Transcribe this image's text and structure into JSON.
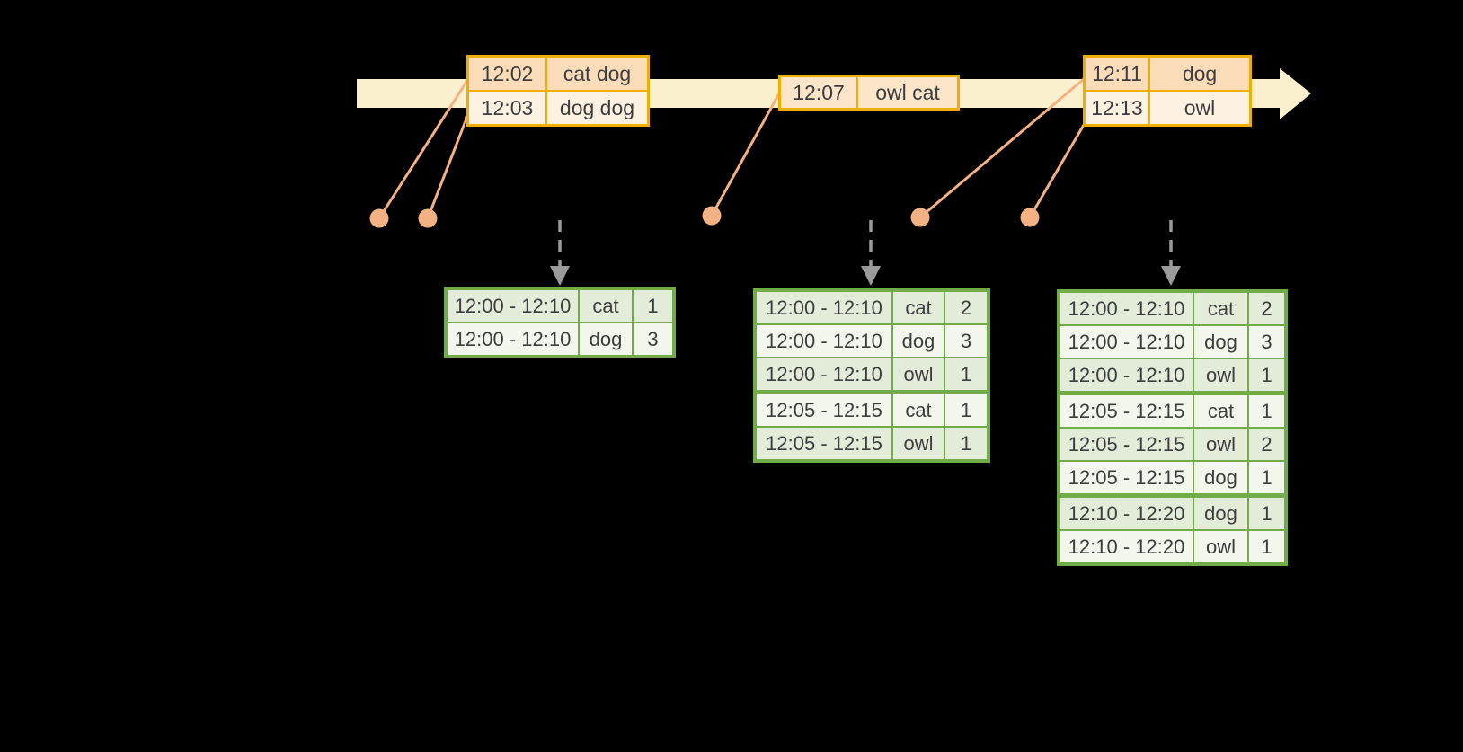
{
  "colors": {
    "background": "#000000",
    "band": "#FAF0CE",
    "event-border": "#F0AE00",
    "event-row-dark": "#FBDCB9",
    "event-row-light": "#FDF2E1",
    "event-row-mid": "#FCE5C8",
    "marker": "#F4B183",
    "arrow-gray": "#9B9B9B",
    "green-border": "#72AC48",
    "green-row-dark": "#E3ECD9",
    "green-row-light": "#F2F6EC",
    "text": "#3E3E3E"
  },
  "event_tables": [
    {
      "rows": [
        {
          "time": "12:02",
          "words": "cat dog"
        },
        {
          "time": "12:03",
          "words": "dog dog"
        }
      ]
    },
    {
      "rows": [
        {
          "time": "12:07",
          "words": "owl cat"
        }
      ]
    },
    {
      "rows": [
        {
          "time": "12:11",
          "words": "dog"
        },
        {
          "time": "12:13",
          "words": "owl"
        }
      ]
    }
  ],
  "result_tables": [
    {
      "rows": [
        {
          "window": "12:00 - 12:10",
          "word": "cat",
          "count": "1"
        },
        {
          "window": "12:00 - 12:10",
          "word": "dog",
          "count": "3"
        }
      ]
    },
    {
      "rows": [
        {
          "window": "12:00 - 12:10",
          "word": "cat",
          "count": "2"
        },
        {
          "window": "12:00 - 12:10",
          "word": "dog",
          "count": "3"
        },
        {
          "window": "12:00 - 12:10",
          "word": "owl",
          "count": "1"
        },
        {
          "window": "12:05 - 12:15",
          "word": "cat",
          "count": "1",
          "new_group": true
        },
        {
          "window": "12:05 - 12:15",
          "word": "owl",
          "count": "1"
        }
      ]
    },
    {
      "rows": [
        {
          "window": "12:00 - 12:10",
          "word": "cat",
          "count": "2"
        },
        {
          "window": "12:00 - 12:10",
          "word": "dog",
          "count": "3"
        },
        {
          "window": "12:00 - 12:10",
          "word": "owl",
          "count": "1"
        },
        {
          "window": "12:05 - 12:15",
          "word": "cat",
          "count": "1",
          "new_group": true
        },
        {
          "window": "12:05 - 12:15",
          "word": "owl",
          "count": "2"
        },
        {
          "window": "12:05 - 12:15",
          "word": "dog",
          "count": "1"
        },
        {
          "window": "12:10 - 12:20",
          "word": "dog",
          "count": "1",
          "new_group": true
        },
        {
          "window": "12:10 - 12:20",
          "word": "owl",
          "count": "1"
        }
      ]
    }
  ]
}
